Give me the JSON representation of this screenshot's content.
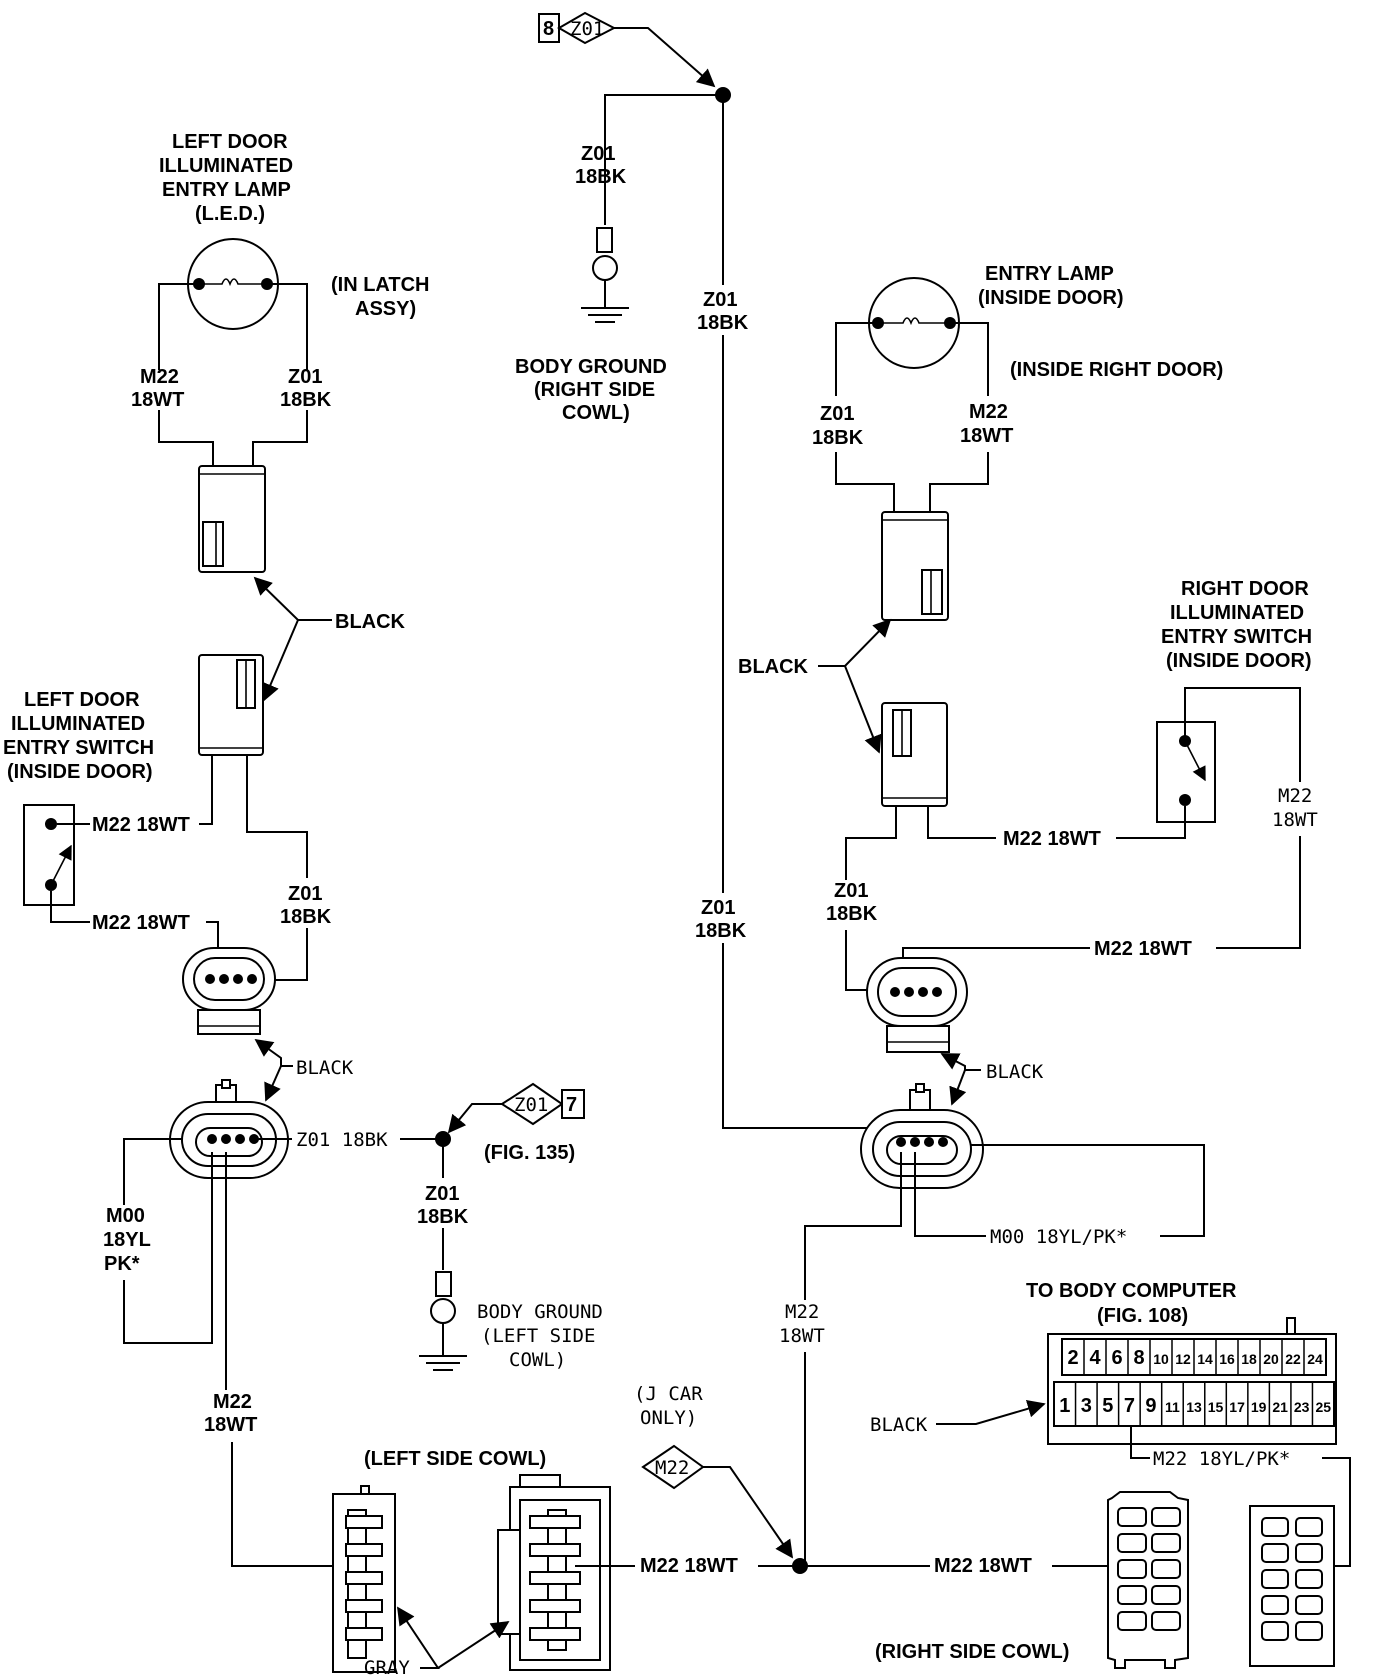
{
  "labels": {
    "z01_ref_top": "Z01",
    "page_ref_8": "8",
    "gnd_top_wire_1": "Z01",
    "gnd_top_wire_2": "18BK",
    "body_ground_right_1": "BODY GROUND",
    "body_ground_right_2": "(RIGHT SIDE",
    "body_ground_right_3": "COWL)",
    "main_z01_1": "Z01",
    "main_z01_2": "18BK",
    "main_z01_lower_1": "Z01",
    "main_z01_lower_2": "18BK",
    "left_lamp_1": "LEFT DOOR",
    "left_lamp_2": "ILLUMINATED",
    "left_lamp_3": "ENTRY LAMP",
    "left_lamp_4": "(L.E.D.)",
    "in_latch_1": "(IN LATCH",
    "in_latch_2": "ASSY)",
    "l_m22_1": "M22",
    "l_m22_2": "18WT",
    "l_z01_1": "Z01",
    "l_z01_2": "18BK",
    "black_left_upper": "BLACK",
    "left_switch_1": "LEFT DOOR",
    "left_switch_2": "ILLUMINATED",
    "left_switch_3": "ENTRY SWITCH",
    "left_switch_4": "(INSIDE DOOR)",
    "l_sw_m22_a": "M22 18WT",
    "l_sw_m22_b": "M22 18WT",
    "l_z01b_1": "Z01",
    "l_z01b_2": "18BK",
    "black_left_lower": "BLACK",
    "l_conn_z01": "Z01 18BK",
    "z01_ref_mid": "Z01",
    "page_ref_7": "7",
    "fig135": "(FIG. 135)",
    "l_gnd_wire_1": "Z01",
    "l_gnd_wire_2": "18BK",
    "body_ground_left_1": "BODY GROUND",
    "body_ground_left_2": "(LEFT SIDE",
    "body_ground_left_3": "COWL)",
    "m00_left_1": "M00",
    "m00_left_2": "18YL",
    "m00_left_3": "PK*",
    "l_m22_down_1": "M22",
    "l_m22_down_2": "18WT",
    "left_side_cowl": "(LEFT SIDE COWL)",
    "gray": "GRAY",
    "cowl_m22_left": "M22 18WT",
    "cowl_m22_right": "M22 18WT",
    "j_car_1": "(J CAR",
    "j_car_2": "ONLY)",
    "m22_ref": "M22",
    "right_lamp_1": "ENTRY LAMP",
    "right_lamp_2": "(INSIDE DOOR)",
    "inside_right_door": "(INSIDE RIGHT DOOR)",
    "r_z01_1": "Z01",
    "r_z01_2": "18BK",
    "r_m22_1": "M22",
    "r_m22_2": "18WT",
    "black_right_upper": "BLACK",
    "right_switch_1": "RIGHT DOOR",
    "right_switch_2": "ILLUMINATED",
    "right_switch_3": "ENTRY SWITCH",
    "right_switch_4": "(INSIDE DOOR)",
    "r_sw_m22_v1": "M22",
    "r_sw_m22_v2": "18WT",
    "r_sw_m22": "M22 18WT",
    "r_z01b_1": "Z01",
    "r_z01b_2": "18BK",
    "r_conn_m22": "M22 18WT",
    "black_right_lower": "BLACK",
    "r_m00": "M00 18YL/PK*",
    "r_m22_down_1": "M22",
    "r_m22_down_2": "18WT",
    "to_body_computer": "TO BODY COMPUTER",
    "fig108": "(FIG. 108)",
    "black_computer": "BLACK",
    "computer_m22": "M22 18YL/PK*",
    "right_side_cowl": "(RIGHT SIDE COWL)"
  },
  "body_computer_pins": {
    "even": [
      "2",
      "4",
      "6",
      "8",
      "10",
      "12",
      "14",
      "16",
      "18",
      "20",
      "22",
      "24"
    ],
    "odd": [
      "1",
      "3",
      "5",
      "7",
      "9",
      "11",
      "13",
      "15",
      "17",
      "19",
      "21",
      "23",
      "25"
    ]
  }
}
